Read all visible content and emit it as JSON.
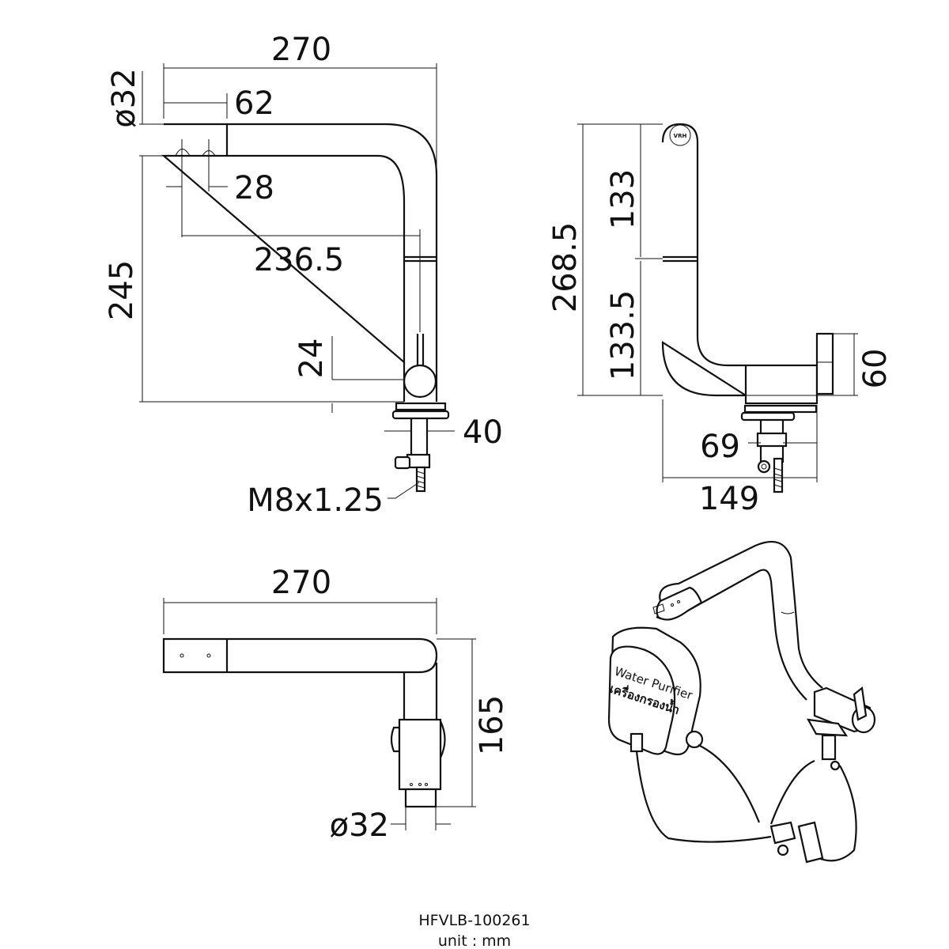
{
  "front_view": {
    "dims": {
      "overall_length": "270",
      "spout_diameter": "ø32",
      "outlet_offset": "62",
      "outlet_spacing": "28",
      "reach": "236.5",
      "height": "245",
      "lever_height": "24",
      "shank_width": "40",
      "thread": "M8x1.25"
    }
  },
  "side_view": {
    "dims": {
      "overall_height": "268.5",
      "upper_height": "133",
      "lower_height": "133.5",
      "body_height": "60",
      "base_offset": "69",
      "overall_depth": "149"
    }
  },
  "top_view": {
    "dims": {
      "overall_length": "270",
      "depth": "165",
      "body_diameter": "ø32"
    }
  },
  "iso_view": {
    "purifier_label_en": "Water Purifier",
    "purifier_label_th": "เครื่องกรองน้ำ"
  },
  "footer": {
    "model": "HFVLB-100261",
    "unit": "unit : mm"
  }
}
